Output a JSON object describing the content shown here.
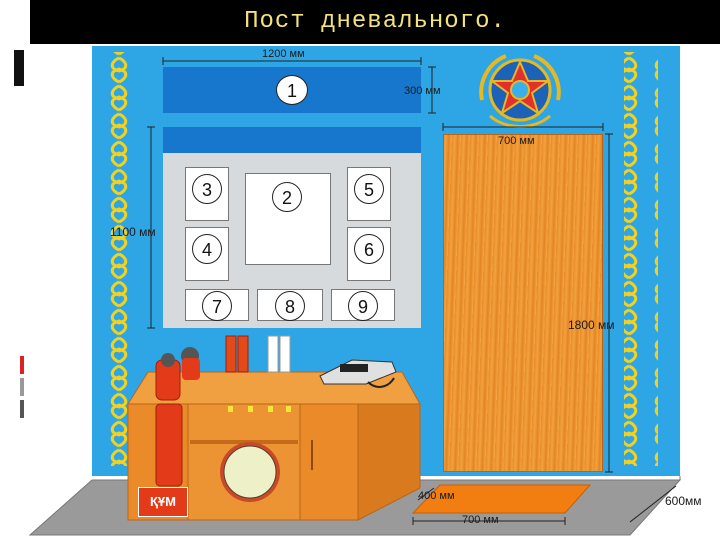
{
  "title": "Пост дневального.",
  "board_top": {
    "number": "1",
    "width_label": "1200 мм",
    "height_label": "300 мм"
  },
  "board_main": {
    "height_label": "1100 мм",
    "slots": [
      "2",
      "3",
      "4",
      "5",
      "6",
      "7",
      "8",
      "9"
    ]
  },
  "door": {
    "width_label": "700 мм",
    "height_label": "1800 мм"
  },
  "mat": {
    "depth_label": "400 мм",
    "width_label": "700 мм"
  },
  "floor": {
    "depth_label": "600мм"
  },
  "cabinet": {
    "sign": "ҚҰМ"
  },
  "colors": {
    "wall": "#2ea6e6",
    "board": "#1677cc",
    "wood": "#e98a26",
    "title_bg": "#000000",
    "title_text": "#f2e27a",
    "mat": "#f27d10",
    "floor": "#9a9a9a"
  }
}
